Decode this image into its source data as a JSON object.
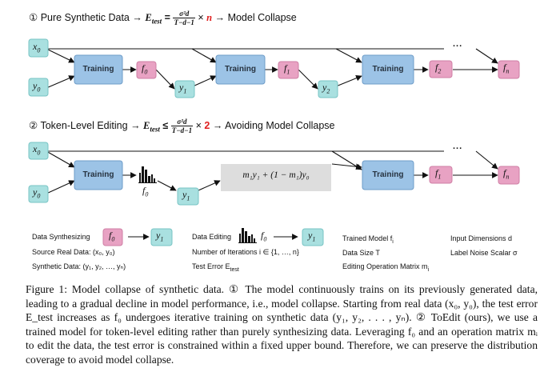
{
  "section1": {
    "marker": "①",
    "title": "Pure Synthetic Data",
    "arrow": "→",
    "e_label": "E",
    "e_sub": "test",
    "rel": "=",
    "frac_num": "σ²d",
    "frac_den": "T−d−1",
    "times": "×",
    "factor": "n",
    "result": "→ Model Collapse"
  },
  "section2": {
    "marker": "②",
    "title": "Token-Level Editing",
    "arrow": "→",
    "e_label": "E",
    "e_sub": "test",
    "rel": "≤",
    "frac_num": "σ²d",
    "frac_den": "T−d−1",
    "times": "×",
    "factor": "2",
    "result": "→ Avoiding Model Collapse"
  },
  "diagram": {
    "training_label": "Training",
    "x0": "x",
    "x0_sub": "0",
    "y0": "y",
    "y0_sub": "0",
    "f0": "f",
    "f0_sub": "0",
    "f1": "f",
    "f1_sub": "1",
    "f2": "f",
    "f2_sub": "2",
    "fn": "f",
    "fn_sub": "n",
    "y1": "y",
    "y1_sub": "1",
    "y2": "y",
    "y2_sub": "2",
    "dots": "...",
    "edit_formula": "m₁y₁ + (1 − m₁)y₀"
  },
  "legend": {
    "data_synthesizing": "Data Synthesizing",
    "source_real_data": "Source Real Data: (x₀, y₀)",
    "synthetic_data": "Synthetic Data: (y₁, y₂, …, yₙ)",
    "data_editing": "Data Editing",
    "num_iterations": "Number of Iterations i ∈ {1, …, n}",
    "test_error": "Test Error E",
    "test_error_sub": "test",
    "trained_model": "Trained Model f",
    "trained_model_sub": "i",
    "data_size": "Data Size T",
    "edit_matrix": "Editing Operation Matrix m",
    "edit_matrix_sub": "i",
    "input_dims": "Input Dimensions d",
    "label_noise": "Label Noise Scalar σ"
  },
  "caption": "Figure 1: Model collapse of synthetic data. ① The model continuously trains on its previously generated data, leading to a gradual decline in model performance, i.e., model collapse. Starting from real data (x₀, y₀), the test error E_test increases as f₀ undergoes iterative training on synthetic data (y₁, y₂, . . . , yₙ). ② ToEdit (ours), we use a trained model for token-level editing rather than purely synthesizing data. Leveraging f₀ and an operation matrix mᵢ to edit the data, the test error is constrained within a fixed upper bound. Therefore, we can preserve the distribution coverage to avoid model collapse.",
  "colors": {
    "training_fill": "#9cc3e6",
    "training_border": "#6e9cc8",
    "model_fill": "#e8a2c3",
    "model_border": "#cf7fa5",
    "data_fill": "#a9e0e0",
    "data_border": "#78c4c4",
    "edit_fill": "#dddddd",
    "accent_red": "#e02020"
  }
}
